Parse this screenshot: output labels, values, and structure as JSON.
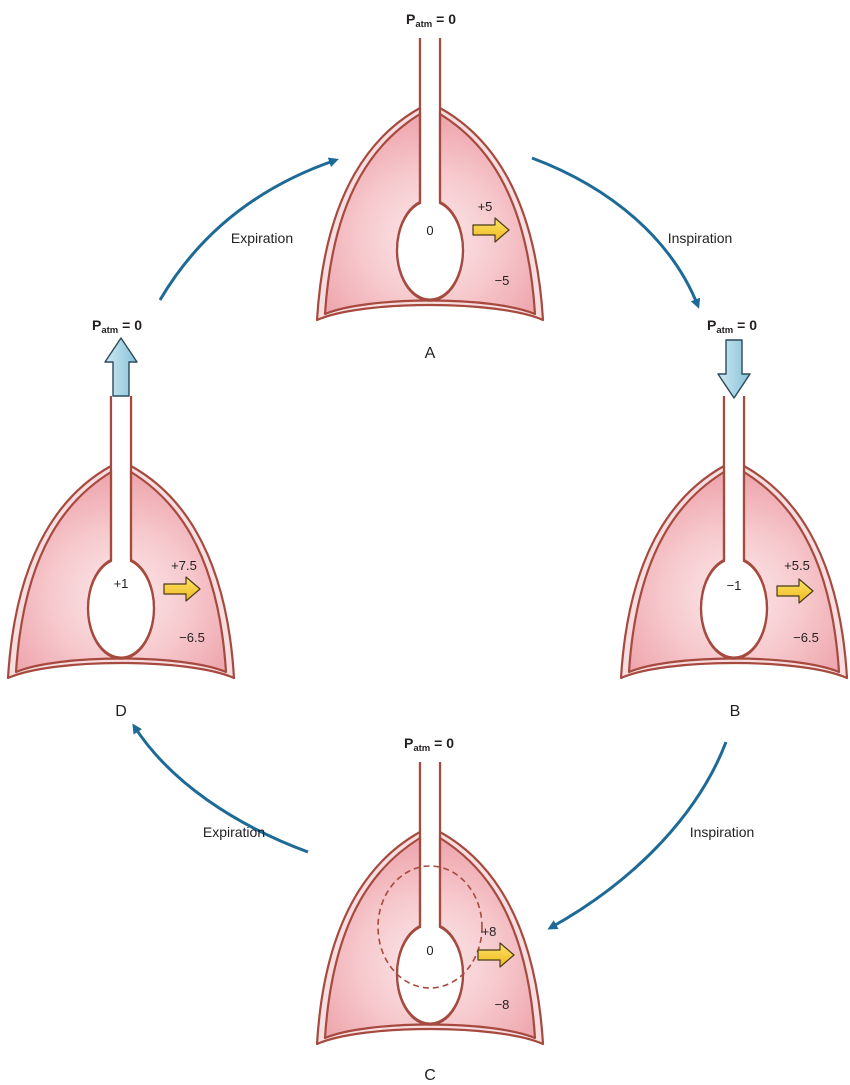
{
  "atm_label": {
    "main": "P",
    "sub": "atm",
    "value": " = 0"
  },
  "states": {
    "A": {
      "letter": "A",
      "alveolar": "0",
      "transpulmonary": "+5",
      "pleural": "−5",
      "airflow": "none"
    },
    "B": {
      "letter": "B",
      "alveolar": "−1",
      "transpulmonary": "+5.5",
      "pleural": "−6.5",
      "airflow": "in"
    },
    "C": {
      "letter": "C",
      "alveolar": "0",
      "transpulmonary": "+8",
      "pleural": "−8",
      "airflow": "none"
    },
    "D": {
      "letter": "D",
      "alveolar": "+1",
      "transpulmonary": "+7.5",
      "pleural": "−6.5",
      "airflow": "out"
    }
  },
  "transitions": {
    "a_to_b": "Inspiration",
    "b_to_c": "Inspiration",
    "c_to_d": "Expiration",
    "d_to_a": "Expiration"
  },
  "colors": {
    "lung_fill": "#f3b8bd",
    "lung_outline": "#a64a3f",
    "cycle_arrow": "#1d6a97",
    "pressure_arrow": "#f3cd2d",
    "airflow_arrow": "#a8d6e6"
  }
}
